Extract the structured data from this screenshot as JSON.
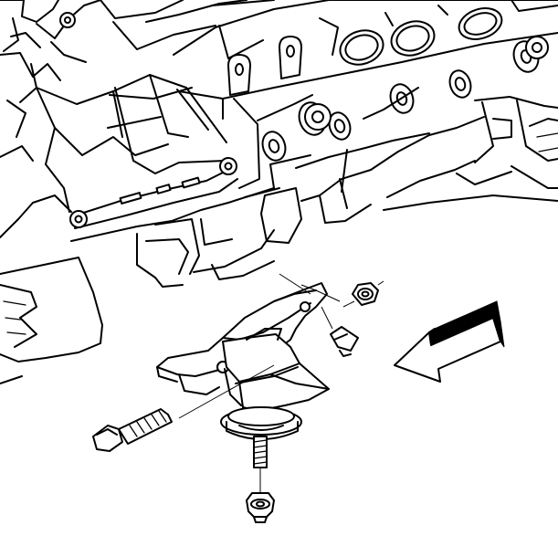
{
  "figure": {
    "kind": "exploded technical line drawing",
    "style": "black line art on white",
    "ink_color": "#000000",
    "paper_color": "#ffffff",
    "callouts_printed": false,
    "arrow_direction": "left-down"
  },
  "parts": {
    "engine_block": "engine-block",
    "exhaust_manifold": "exhaust-manifold",
    "mount_bracket": "engine-mount-bracket",
    "rubber_mount": "engine-mount",
    "through_bolt": "through-bolt",
    "bracket_nut": "bracket-nut",
    "clip_nut": "clip-nut",
    "stud": "mount-stud",
    "bottom_nut": "bottom-nut",
    "direction_arrow": "arrow-icon"
  }
}
